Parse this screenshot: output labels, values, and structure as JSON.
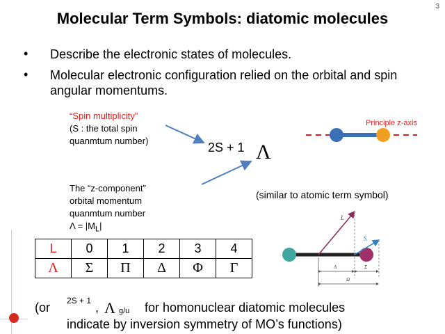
{
  "slide": {
    "page_number": "3",
    "title": "Molecular Term Symbols: diatomic molecules",
    "bullets": [
      "Describe the electronic states of molecules.",
      "Molecular electronic configuration relied on the orbital and spin angular momentums."
    ],
    "bullet_char": "•"
  },
  "annotations": {
    "spin_title": "“Spin multiplicity”",
    "spin_desc_1": "(S : the total spin",
    "spin_desc_2": "quanmtum number)",
    "z_line_1": "The “z-component”",
    "z_line_2": "orbital momentum",
    "z_line_3": "quanmtum number",
    "z_line_4": "Λ = |M",
    "z_line_4_sub": "L",
    "z_line_4_end": "|",
    "principle_axis": "Principle z-axis",
    "similar_note": "(similar to atomic term symbol)"
  },
  "term_symbol": {
    "superscript": "2S + 1",
    "symbol": "Λ"
  },
  "table": {
    "row1": [
      "L",
      "0",
      "1",
      "2",
      "3",
      "4"
    ],
    "row2": [
      "Λ",
      "Σ",
      "Π",
      "Δ",
      "Φ",
      "Γ"
    ]
  },
  "vector_diagram": {
    "L_label": "L",
    "S_label": "S",
    "lambda_label": "Λ",
    "sigma_label": "Σ",
    "omega_label": "Ω"
  },
  "footer": {
    "or_text": "(or",
    "sup": "2S + 1",
    "comma": ",",
    "symbol": "Λ",
    "sub": "g/u",
    "rest": "for homonuclear diatomic molecules",
    "line2": "indicate by inversion symmetry of MO’s functions)"
  },
  "colors": {
    "accent_red": "#e02020",
    "arrow_blue": "#4f7fbf",
    "atom_blue": "#3b6fb5",
    "atom_orange": "#f0a020",
    "atom_teal": "#3fa6a0",
    "atom_magenta": "#a0306a",
    "vector_L": "#8a2a5a",
    "vector_S": "#2f7fbf"
  }
}
